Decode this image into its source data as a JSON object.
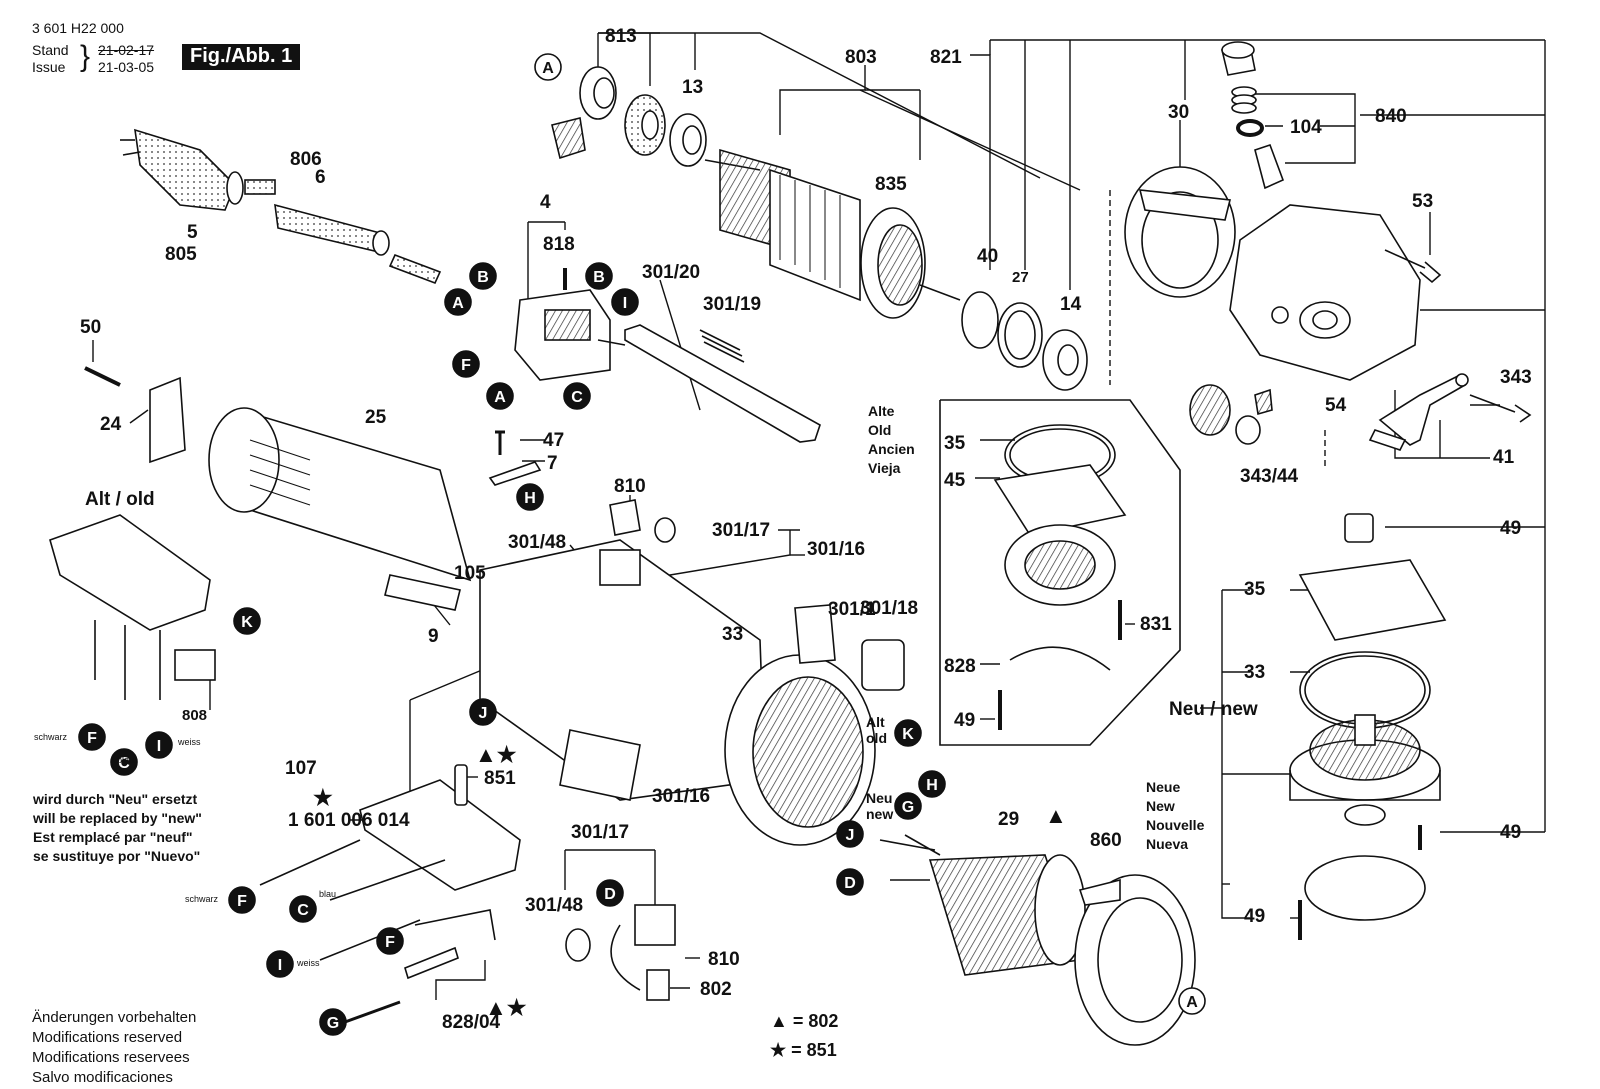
{
  "header": {
    "doc_number": "3 601 H22 000",
    "stand_label": "Stand",
    "issue_label": "Issue",
    "stand_date": "21-02-17",
    "issue_date": "21-03-05",
    "figure_label": "Fig./Abb. 1"
  },
  "part_labels": [
    "813",
    "803",
    "821",
    "13",
    "835",
    "30",
    "840",
    "104",
    "806",
    "6",
    "5",
    "805",
    "4",
    "818",
    "301/20",
    "301/19",
    "53",
    "40",
    "27",
    "14",
    "50",
    "24",
    "25",
    "47",
    "7",
    "810",
    "301/48",
    "301/17",
    "301/16",
    "Alt / old",
    "105",
    "9",
    "301/1",
    "301/18",
    "33",
    "35",
    "45",
    "343/44",
    "54",
    "343",
    "41",
    "49",
    "831",
    "828",
    "Neu / new",
    "107",
    "851",
    "1 601 006 014",
    "808",
    "301/16",
    "301/17",
    "301/48",
    "810",
    "802",
    "29",
    "860",
    "828/04"
  ],
  "connector_labels": [
    "A",
    "B",
    "C",
    "D",
    "F",
    "G",
    "H",
    "I",
    "J",
    "K"
  ],
  "variant_labels": {
    "old_multilang": [
      "Alte",
      "Old",
      "Ancien",
      "Vieja"
    ],
    "new_multilang": [
      "Neue",
      "New",
      "Nouvelle",
      "Nueva"
    ],
    "alt_old": [
      "Alt",
      "old"
    ],
    "neu_new": [
      "Neu",
      "new"
    ]
  },
  "wire_labels": {
    "schwarz": "schwarz",
    "blau": "blau",
    "weiss": "weiss"
  },
  "replacement_note": [
    "wird durch \"Neu\" ersetzt",
    "will be replaced by \"new\"",
    "Est remplacé par \"neuf\"",
    "se sustituye por \"Nuevo\""
  ],
  "footer_note": [
    "Änderungen vorbehalten",
    "Modifications reserved",
    "Modifications reservees",
    "Salvo modificaciones"
  ],
  "legend": [
    {
      "symbol": "▲",
      "text": "= 802"
    },
    {
      "symbol": "★",
      "text": "= 851"
    }
  ],
  "symbols": {
    "triangle": "▲",
    "star": "★",
    "triangle_star": "▲★"
  }
}
